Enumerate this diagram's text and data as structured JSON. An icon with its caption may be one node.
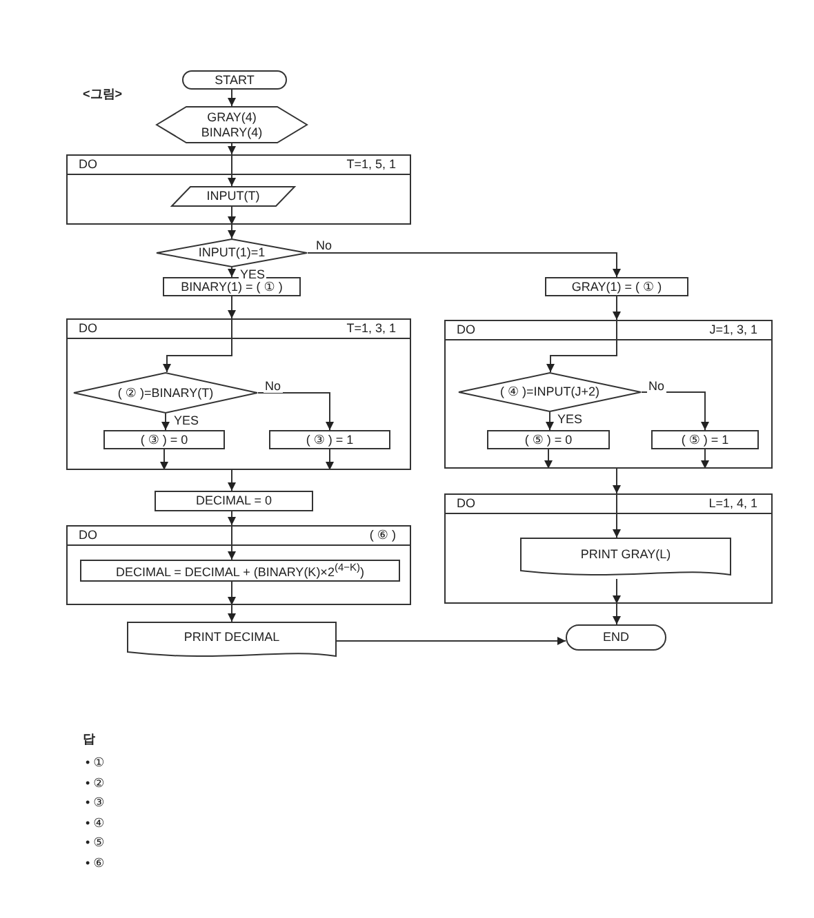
{
  "diagram": {
    "nodes": [
      {
        "text": [
          "START"
        ]
      },
      {
        "text": [
          "GRAY(4) BINARY(4)"
        ]
      },
      {
        "text": [
          "DO",
          "T=1, 5, 1"
        ]
      },
      {
        "text": [
          "INPUT(T)"
        ],
        "in": 2
      },
      {
        "text": [
          "INPUT(1)=1"
        ]
      },
      {
        "text": [
          "BINARY(1) = ( ① )"
        ]
      },
      {
        "text": [
          "GRAY(1) = ( ① )"
        ]
      },
      {
        "text": [
          "DO",
          "T=1, 3, 1"
        ]
      },
      {
        "text": [
          "( ② )=BINARY(T)"
        ],
        "in": 7
      },
      {
        "text": [
          "( ③ ) = 0"
        ],
        "in": 7
      },
      {
        "text": [
          "( ③ ) = 1"
        ],
        "in": 7
      },
      {
        "text": [
          "DECIMAL = 0"
        ]
      },
      {
        "text": [
          "DO",
          "( ⑥ )"
        ]
      },
      {
        "text": [
          "DECIMAL = DECIMAL + (BINARY(K)×2$^{(4−K)}$)"
        ],
        "in": 12
      },
      {
        "text": [
          "PRINT DECIMAL"
        ]
      },
      {
        "text": [
          "DO",
          "J=1, 3, 1"
        ]
      },
      {
        "text": [
          "( ④ )=INPUT(J+2)"
        ],
        "in": 15
      },
      {
        "text": [
          "( ⑤ ) = 0"
        ],
        "in": 15
      },
      {
        "text": [
          "( ⑤ ) = 1"
        ],
        "in": 15
      },
      {
        "text": [
          "DO",
          "L=1, 4, 1"
        ]
      },
      {
        "text": [
          "PRINT GRAY(L)"
        ],
        "in": 19
      },
      {
        "text": [
          "END"
        ]
      }
    ],
    "edges": [
      {
        "from": 0,
        "to": 1,
        "arrow": "to"
      },
      {
        "from": 1,
        "to": 2,
        "arrow": "to"
      },
      {
        "from": 2,
        "to": 3,
        "arrow": "to"
      },
      {
        "from": 3,
        "to": 2,
        "arrow": "to"
      },
      {
        "from": 2,
        "to": 4,
        "arrow": "to"
      },
      {
        "from": 4,
        "to": 5,
        "arrow": "to",
        "label": "YES"
      },
      {
        "from": 4,
        "to": 6,
        "arrow": "to",
        "label": "No"
      },
      {
        "from": 5,
        "to": 7,
        "arrow": "to"
      },
      {
        "from": 7,
        "to": 8,
        "arrow": "to"
      },
      {
        "from": 8,
        "to": 9,
        "arrow": "to",
        "label": "YES"
      },
      {
        "from": 8,
        "to": 10,
        "arrow": "to",
        "label": "No"
      },
      {
        "from": 9,
        "to": 7,
        "arrow": "to"
      },
      {
        "from": 10,
        "to": 7,
        "arrow": "to"
      },
      {
        "from": 7,
        "to": 11,
        "arrow": "to"
      },
      {
        "from": 11,
        "to": 12,
        "arrow": "to"
      },
      {
        "from": 12,
        "to": 13,
        "arrow": "to"
      },
      {
        "from": 13,
        "to": 12,
        "arrow": "to"
      },
      {
        "from": 12,
        "to": 14,
        "arrow": "to"
      },
      {
        "from": 14,
        "to": 21,
        "arrow": "to"
      },
      {
        "from": 6,
        "to": 15,
        "arrow": "to"
      },
      {
        "from": 15,
        "to": 16,
        "arrow": "to"
      },
      {
        "from": 16,
        "to": 17,
        "arrow": "to",
        "label": "YES"
      },
      {
        "from": 16,
        "to": 18,
        "arrow": "to",
        "label": "No"
      },
      {
        "from": 17,
        "to": 15,
        "arrow": "to"
      },
      {
        "from": 18,
        "to": 15,
        "arrow": "to"
      },
      {
        "from": 15,
        "to": 19,
        "arrow": "to"
      },
      {
        "from": 19,
        "to": 20,
        "arrow": "to"
      },
      {
        "from": 20,
        "to": 19,
        "arrow": "to"
      },
      {
        "from": 19,
        "to": 21,
        "arrow": "to"
      }
    ],
    "labels": [
      "<그림>",
      "답",
      "• ①",
      "• ②",
      "• ③",
      "• ④",
      "• ⑤",
      "• ⑥"
    ]
  }
}
